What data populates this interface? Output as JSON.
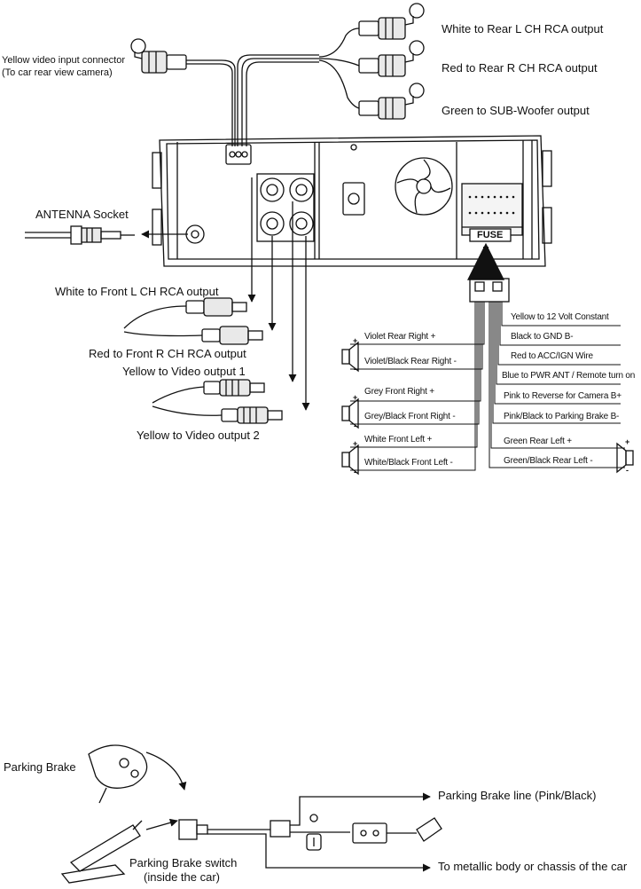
{
  "rca_top": {
    "white": "White  to  Rear L CH RCA output",
    "red": "Red  to  Rear R CH RCA output",
    "green": "Green  to  SUB-Woofer output"
  },
  "video_in": {
    "line1": "Yellow video input connector",
    "line2": "(To car rear view camera)"
  },
  "antenna": "ANTENNA  Socket",
  "fuse": "FUSE",
  "front_rca": {
    "white": "White  to  Front L CH RCA output",
    "red": "Red  to  Front R CH RCA output"
  },
  "video_out": {
    "out1": "Yellow  to Video output 1",
    "out2": "Yellow  to Video output 2"
  },
  "speakers_left": {
    "rear_right_pos": "Violet Rear Right +",
    "rear_right_neg": "Violet/Black Rear Right -",
    "front_right_pos": "Grey Front Right +",
    "front_right_neg": "Grey/Black Front Right -",
    "front_left_pos": "White Front Left +",
    "front_left_neg": "White/Black Front Left -"
  },
  "power_wires": {
    "yellow": "Yellow to 12 Volt Constant",
    "black": "Black to GND B-",
    "red": "Red to ACC/IGN Wire",
    "blue": "Blue to PWR ANT / Remote turn on",
    "pink": "Pink to Reverse for Camera B+",
    "pink_black": "Pink/Black to Parking Brake B-",
    "green_pos": "Green Rear Left +",
    "green_neg": "Green/Black Rear Left -"
  },
  "polarity": {
    "plus": "+",
    "minus": "-"
  },
  "parking": {
    "brake": "Parking Brake",
    "switch_line1": "Parking Brake switch",
    "switch_line2": "(inside the car)",
    "line": "Parking Brake line (Pink/Black)",
    "chassis": "To metallic body or chassis of the car"
  }
}
